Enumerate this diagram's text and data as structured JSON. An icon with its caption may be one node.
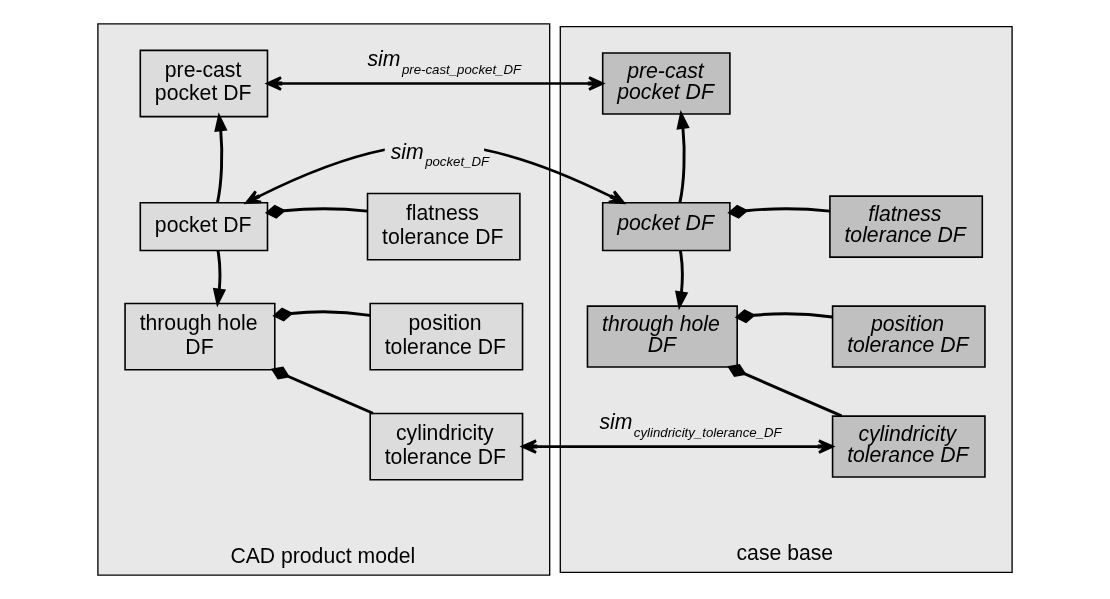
{
  "diagram": {
    "nodes": [
      {
        "text": [
          "CAD product model"
        ]
      },
      {
        "text": [
          "pre-cast pocket DF"
        ],
        "in": 0
      },
      {
        "text": [
          "pocket DF"
        ],
        "in": 0
      },
      {
        "text": [
          "flatness tolerance DF"
        ],
        "in": 0
      },
      {
        "text": [
          "through hole DF"
        ],
        "in": 0
      },
      {
        "text": [
          "position tolerance DF"
        ],
        "in": 0
      },
      {
        "text": [
          "cylindricity tolerance DF"
        ],
        "in": 0
      },
      {
        "text": [
          "case base"
        ]
      },
      {
        "text": [
          "pre-cast pocket DF"
        ],
        "in": 7
      },
      {
        "text": [
          "pocket DF"
        ],
        "in": 7
      },
      {
        "text": [
          "flatness tolerance DF"
        ],
        "in": 7
      },
      {
        "text": [
          "through hole DF"
        ],
        "in": 7
      },
      {
        "text": [
          "position tolerance DF"
        ],
        "in": 7
      },
      {
        "text": [
          "cylindricity tolerance DF"
        ],
        "in": 7
      }
    ],
    "edges": [
      {
        "from": 8,
        "to": 1,
        "arrow": "both",
        "label": "sim$_{pre-cast_pocket_DF}$"
      },
      {
        "from": 2,
        "to": 1,
        "arrow": "to"
      },
      {
        "from": 9,
        "to": 2,
        "arrow": "both",
        "label": "sim$_{pocket_DF}$"
      },
      {
        "from": 3,
        "to": 2,
        "arrow": "other"
      },
      {
        "from": 2,
        "to": 4,
        "arrow": "to"
      },
      {
        "from": 5,
        "to": 4,
        "arrow": "other"
      },
      {
        "from": 6,
        "to": 4,
        "arrow": "other"
      },
      {
        "from": 9,
        "to": 8,
        "arrow": "to"
      },
      {
        "from": 10,
        "to": 9,
        "arrow": "other"
      },
      {
        "from": 9,
        "to": 11,
        "arrow": "to"
      },
      {
        "from": 12,
        "to": 11,
        "arrow": "other"
      },
      {
        "from": 13,
        "to": 11,
        "arrow": "other"
      },
      {
        "from": 13,
        "to": 6,
        "arrow": "both",
        "label": "sim$_{cylindricity_tolerance_DF}$"
      }
    ]
  }
}
